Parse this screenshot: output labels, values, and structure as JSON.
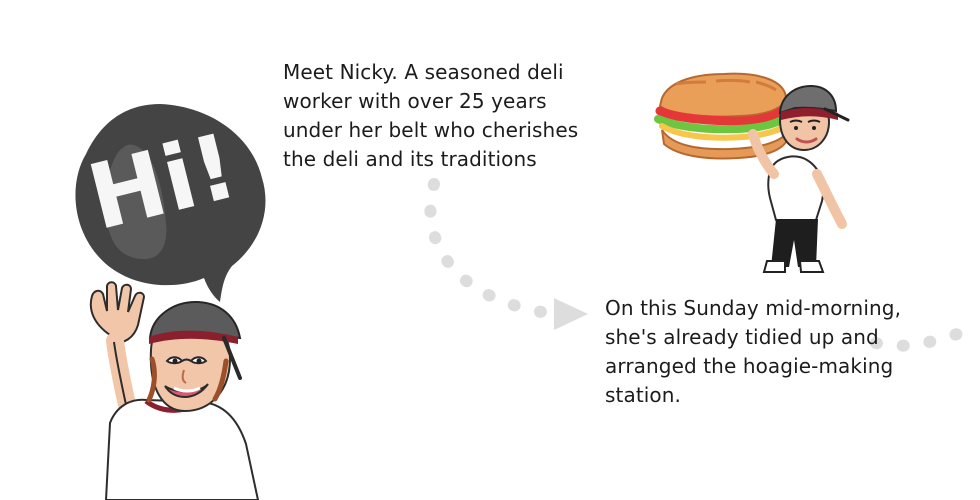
{
  "story": {
    "caption_1": "Meet Nicky. A seasoned deli worker with over 25 years under her belt who cherishes the deli and its traditions",
    "caption_2": "On this Sunday mid-morning, she's already tidied up and arranged the hoagie-making station."
  },
  "greeting_bubble": {
    "text": "Hi!"
  }
}
